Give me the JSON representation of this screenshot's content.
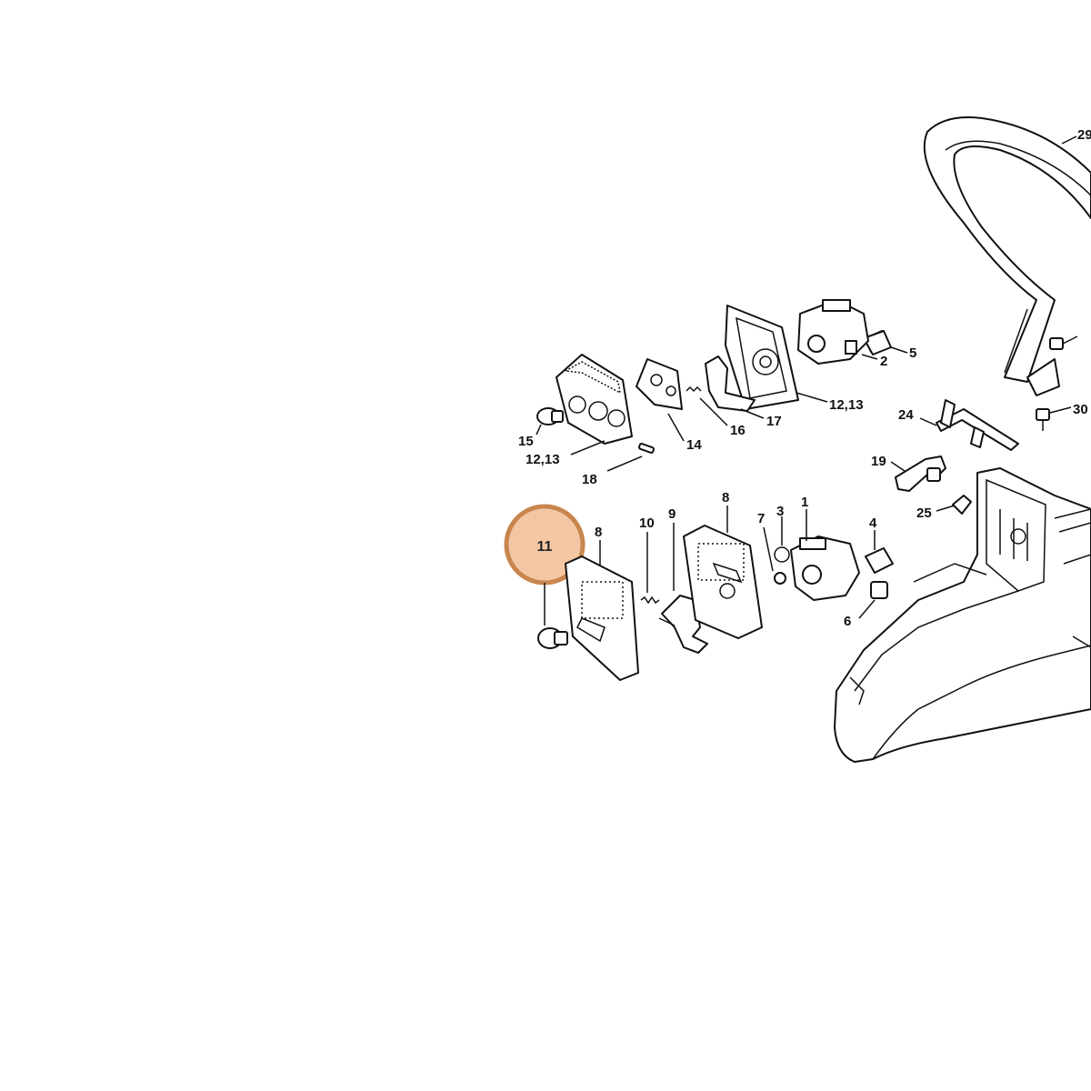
{
  "labels": {
    "l29": "29",
    "l5": "5",
    "l2": "2",
    "l12_13_top": "12,13",
    "l17": "17",
    "l16": "16",
    "l14": "14",
    "l15": "15",
    "l12_13_left": "12,13",
    "l18": "18",
    "l30": "30",
    "l24": "24",
    "l19": "19",
    "l25": "25",
    "l11": "11",
    "l8_left": "8",
    "l10": "10",
    "l9": "9",
    "l8_mid": "8",
    "l7": "7",
    "l3": "3",
    "l1": "1",
    "l4": "4",
    "l6": "6"
  },
  "highlight": {
    "part_number": "11",
    "fill_color": "#f4c7a4",
    "stroke_color": "#c8864e"
  }
}
